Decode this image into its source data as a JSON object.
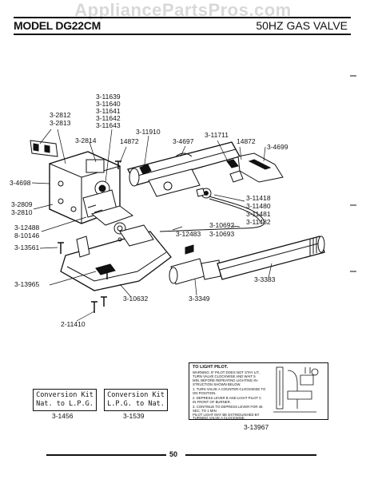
{
  "watermark": "AppliancePartsPros.com",
  "header": {
    "model": "MODEL DG22CM",
    "title": "50HZ GAS VALVE"
  },
  "parts": {
    "p11639": "3-11639",
    "p11640": "3-11640",
    "p11641": "3-11641",
    "p11642": "3-11642",
    "p11643": "3-11643",
    "p2812": "3-2812",
    "p2813": "3-2813",
    "p2814": "3-2814",
    "p11910": "3-11910",
    "p14872a": "14872",
    "p4697": "3-4697",
    "p11711": "3-11711",
    "p14872b": "14872",
    "p4699": "3-4699",
    "p4698": "3-4698",
    "p2809": "3-2809",
    "p2810": "3-2810",
    "p12488": "3-12488",
    "p10146": "8-10146",
    "p13561": "3-13561",
    "p11418": "3-11418",
    "p11480": "3-11480",
    "p11481": "3-11481",
    "p11482": "3-11482",
    "p10692": "3-10692",
    "p10693": "3-10693",
    "p12483": "3-12483",
    "p13965": "3-13965",
    "p10632": "3-10632",
    "p3349": "3-3349",
    "p3383": "3-3383",
    "p11410": "2-11410"
  },
  "kits": [
    {
      "line1": "Conversion Kit",
      "line2": "Nat. to L.P.G.",
      "number": "3-1456"
    },
    {
      "line1": "Conversion Kit",
      "line2": "L.P.G. to Nat.",
      "number": "3-1539"
    }
  ],
  "pilot": {
    "title": "TO LIGHT PILOT.",
    "lines": [
      "WARNING: IF PILOT DOES NOT STAY LIT,",
      "TURN VALVE CLOCKWISE AND WAIT 5",
      "MIN. BEFORE REPEATING LIGHTING IN-",
      "STRUCTION SHOWN BELOW.",
      "1. TURN VALVE A COUNTER-CLOCKWISE TO",
      "ON POSITION.",
      "2. DEPRESS LEVER B AND LIGHT PILOT C",
      "IN FRONT OF BURNER.",
      "3. CONTINUE TO DEPRESS LEVER FOR 45",
      "SEC. TO 1 MIN.",
      "PILOT LIGHT MAY BE EXTINGUISHED BY",
      "TURNING VALVE A CLOCKWISE."
    ],
    "number": "3-13967"
  },
  "page": "50"
}
